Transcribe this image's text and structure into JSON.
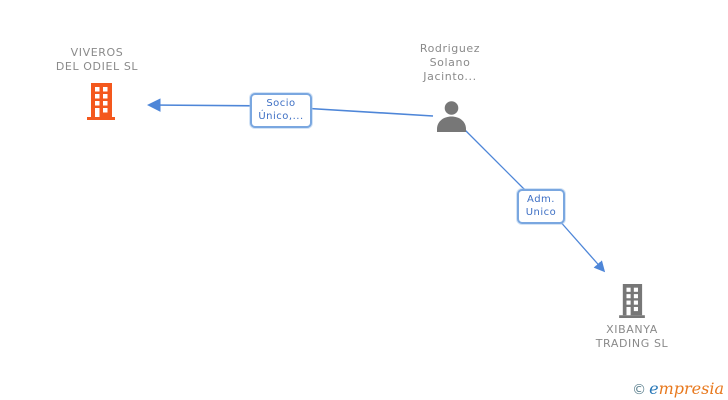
{
  "diagram": {
    "nodes": {
      "viveros": {
        "type": "company",
        "name_line1": "VIVEROS",
        "name_line2": "DEL ODIEL SL",
        "icon": "building-icon",
        "icon_color": "#f4581d"
      },
      "person": {
        "type": "person",
        "name_line1": "Rodriguez",
        "name_line2": "Solano",
        "name_line3": "Jacinto...",
        "icon": "person-icon",
        "icon_color": "#777777"
      },
      "xibanya": {
        "type": "company",
        "name_line1": "XIBANYA",
        "name_line2": "TRADING SL",
        "icon": "building-icon",
        "icon_color": "#777777"
      }
    },
    "edges": {
      "socio": {
        "from": "person",
        "to": "viveros",
        "label_line1": "Socio",
        "label_line2": "Único,..."
      },
      "adm": {
        "from": "person",
        "to": "xibanya",
        "label_line1": "Adm.",
        "label_line2": "Unico"
      }
    },
    "colors": {
      "edge_line": "#4e86d8",
      "edge_label_border": "#7aa7e0",
      "edge_label_text": "#3d6fc4",
      "node_text": "#8a8a8a",
      "company_accent": "#f4581d",
      "neutral_icon": "#777777"
    }
  },
  "footer": {
    "copyright_symbol": "©",
    "brand_first_letter": "e",
    "brand_rest": "mpresia"
  }
}
